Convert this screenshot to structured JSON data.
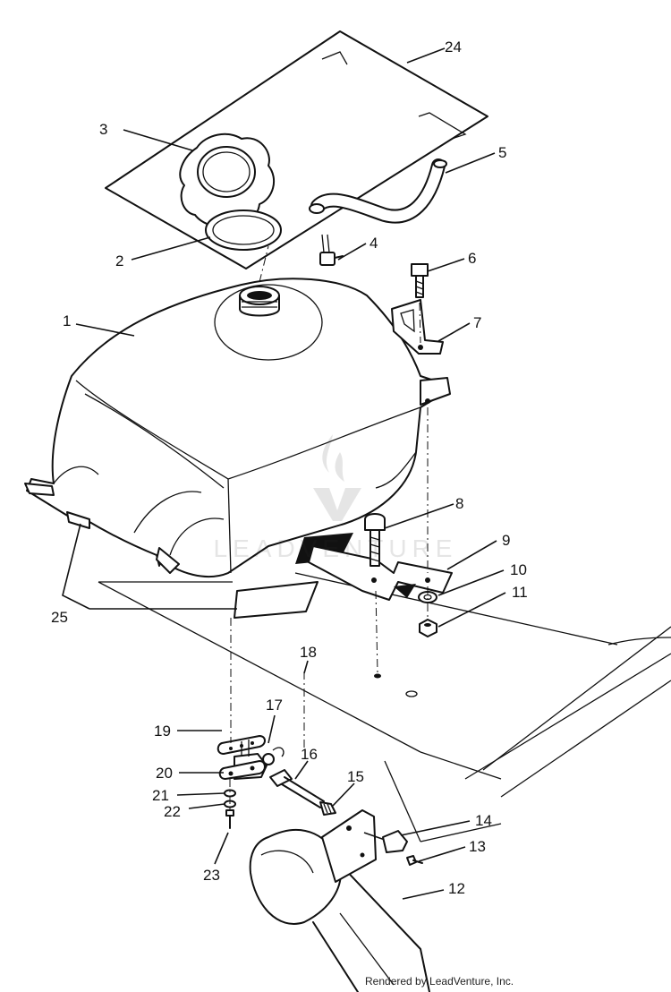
{
  "callouts": {
    "c1": "1",
    "c2": "2",
    "c3": "3",
    "c4": "4",
    "c5": "5",
    "c6": "6",
    "c7": "7",
    "c8": "8",
    "c9": "9",
    "c10": "10",
    "c11": "11",
    "c12": "12",
    "c13": "13",
    "c14": "14",
    "c15": "15",
    "c16": "16",
    "c17": "17",
    "c18": "18",
    "c19": "19",
    "c20": "20",
    "c21": "21",
    "c22": "22",
    "c23": "23",
    "c24": "24",
    "c25": "25"
  },
  "watermark": "LEADVENTURE",
  "credit": "Rendered by LeadVenture, Inc."
}
